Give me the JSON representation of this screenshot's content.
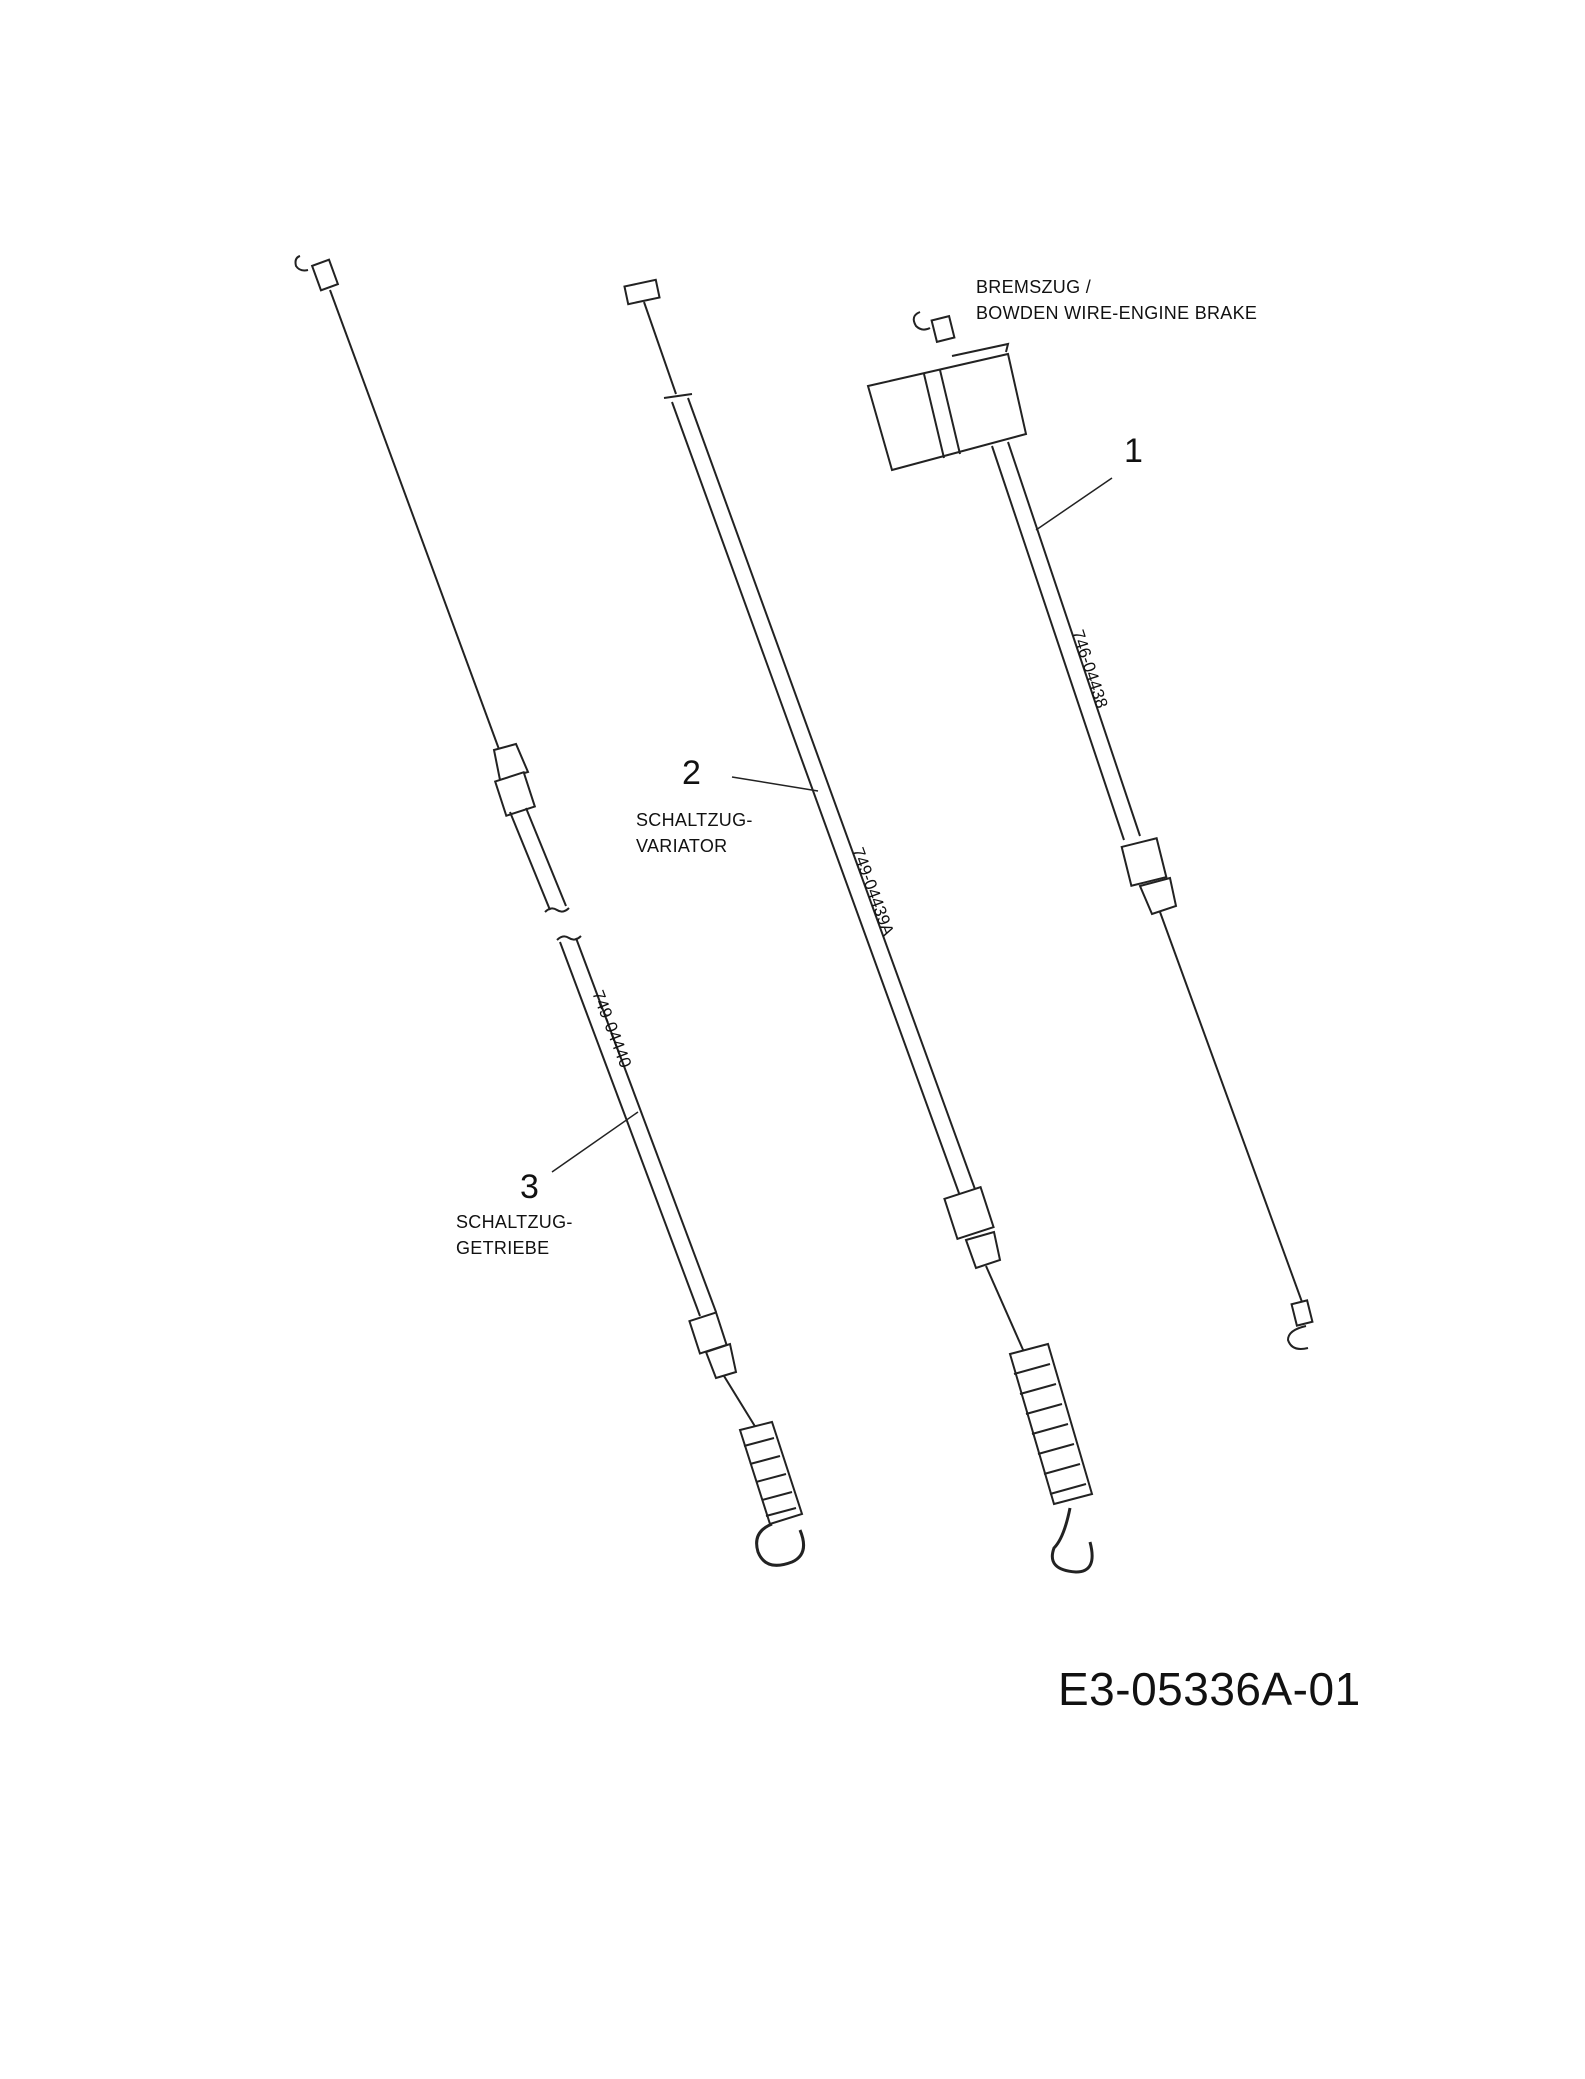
{
  "diagram": {
    "code": "E3-05336A-01",
    "parts": [
      {
        "number": "1",
        "label_lines": [
          "BREMSZUG /",
          "BOWDEN WIRE-ENGINE BRAKE"
        ],
        "part_number": "746-04438"
      },
      {
        "number": "2",
        "label_lines": [
          "SCHALTZUG-",
          "VARIATOR"
        ],
        "part_number": "749-04439A"
      },
      {
        "number": "3",
        "label_lines": [
          "SCHALTZUG-",
          "GETRIEBE"
        ],
        "part_number": "749-04440"
      }
    ]
  }
}
